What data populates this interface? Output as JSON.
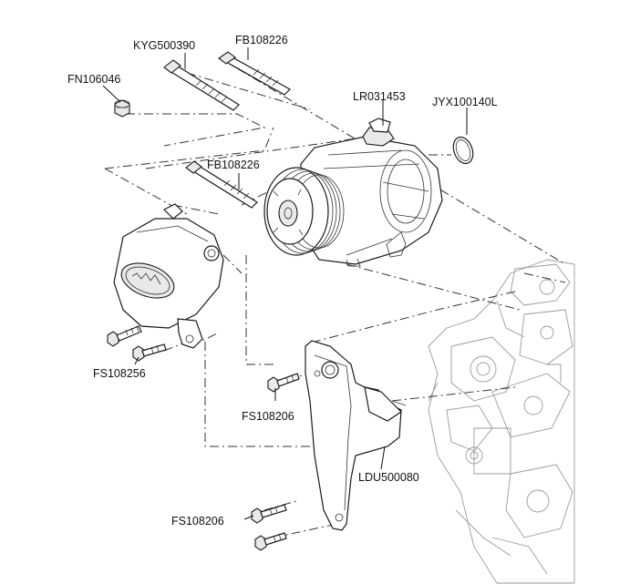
{
  "parts": {
    "kyg500390": "KYG500390",
    "fb108226_top": "FB108226",
    "fn106046": "FN106046",
    "lr031453": "LR031453",
    "jyx100140l": "JYX100140L",
    "fb108226_mid": "FB108226",
    "fs108256": "FS108256",
    "fs108206_mid": "FS108206",
    "ldu500080": "LDU500080",
    "fs108206_bottom": "FS108206"
  }
}
